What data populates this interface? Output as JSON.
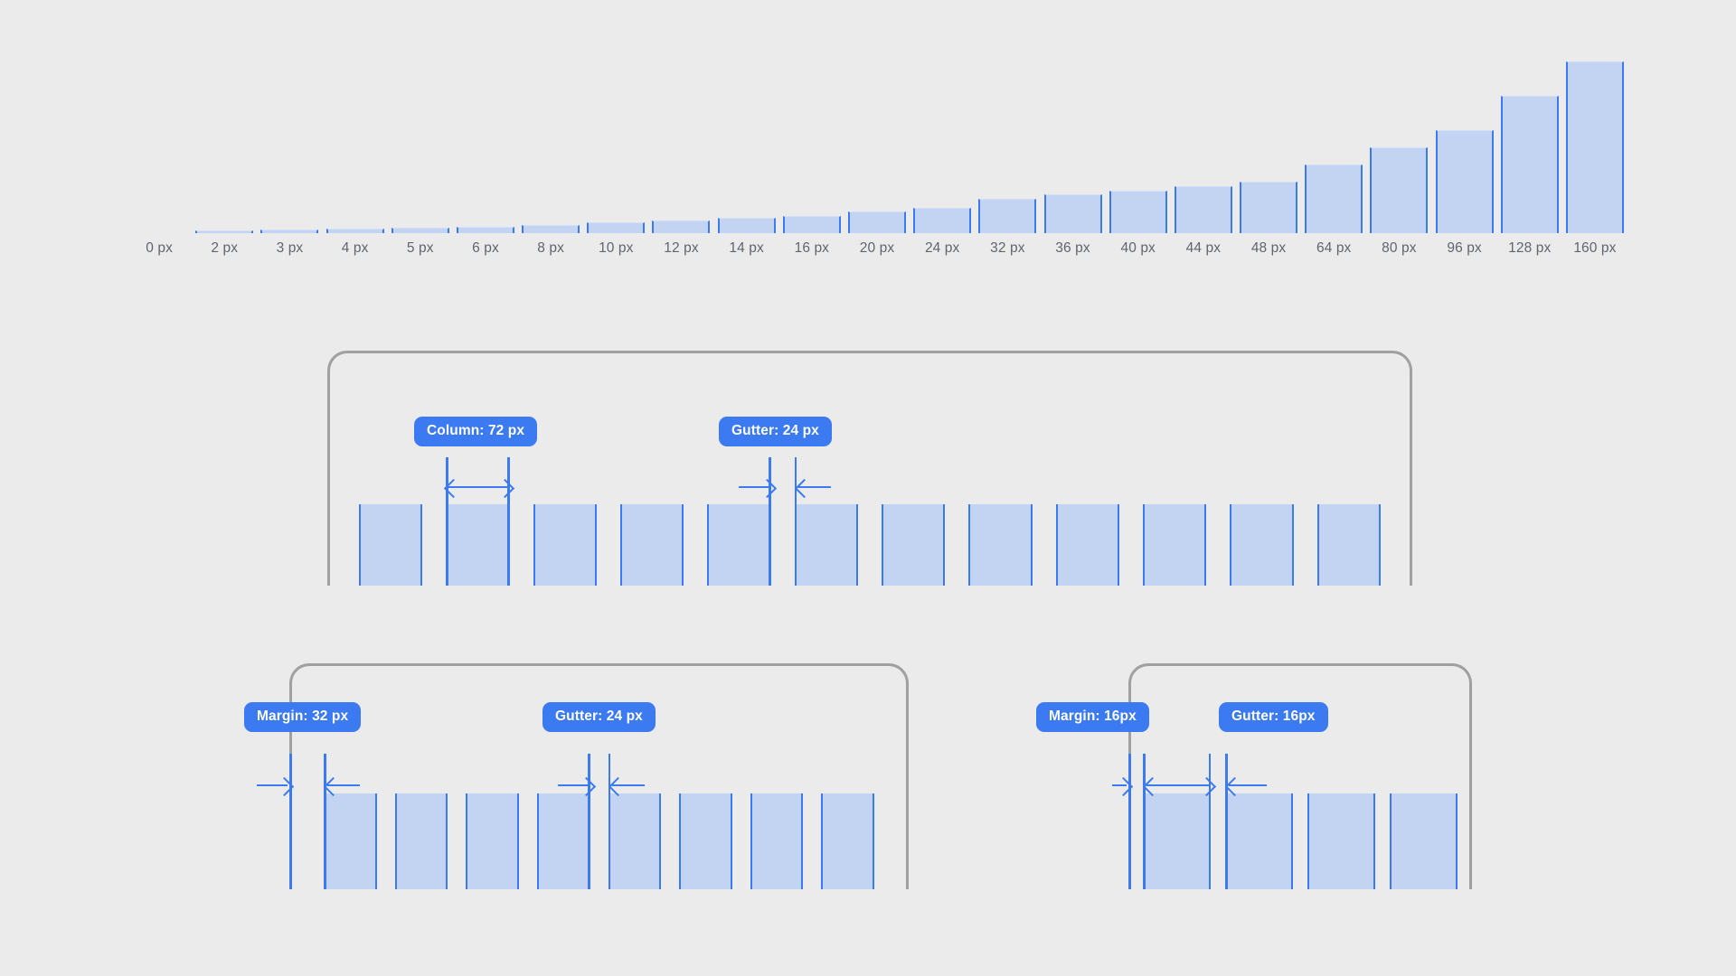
{
  "background_color": "#ebebeb",
  "accent_color": "#3b7af0",
  "fill_color": "#c3d4f3",
  "frame_border_color": "#a0a0a0",
  "label_color": "#60646c",
  "chart_data": {
    "type": "bar",
    "title": "",
    "xlabel": "",
    "ylabel": "",
    "categories": [
      "0 px",
      "2 px",
      "3 px",
      "4 px",
      "5 px",
      "6 px",
      "8 px",
      "10 px",
      "12 px",
      "14 px",
      "16 px",
      "20 px",
      "24 px",
      "32 px",
      "36 px",
      "40 px",
      "44 px",
      "48 px",
      "64 px",
      "80 px",
      "96 px",
      "128 px",
      "160 px"
    ],
    "values": [
      0,
      2,
      3,
      4,
      5,
      6,
      8,
      10,
      12,
      14,
      16,
      20,
      24,
      32,
      36,
      40,
      44,
      48,
      64,
      80,
      96,
      128,
      160
    ],
    "ylim": [
      0,
      160
    ],
    "grid": false,
    "legend": null
  },
  "spacing_scale": {
    "name": "spacing-scale",
    "steps": [
      {
        "label": "0 px",
        "value": 0
      },
      {
        "label": "2 px",
        "value": 2
      },
      {
        "label": "3 px",
        "value": 3
      },
      {
        "label": "4 px",
        "value": 4
      },
      {
        "label": "5 px",
        "value": 5
      },
      {
        "label": "6 px",
        "value": 6
      },
      {
        "label": "8 px",
        "value": 8
      },
      {
        "label": "10 px",
        "value": 10
      },
      {
        "label": "12 px",
        "value": 12
      },
      {
        "label": "14 px",
        "value": 14
      },
      {
        "label": "16 px",
        "value": 16
      },
      {
        "label": "20 px",
        "value": 20
      },
      {
        "label": "24 px",
        "value": 24
      },
      {
        "label": "32 px",
        "value": 32
      },
      {
        "label": "36 px",
        "value": 36
      },
      {
        "label": "40 px",
        "value": 40
      },
      {
        "label": "44 px",
        "value": 44
      },
      {
        "label": "48 px",
        "value": 48
      },
      {
        "label": "64 px",
        "value": 64
      },
      {
        "label": "80 px",
        "value": 80
      },
      {
        "label": "96 px",
        "value": 96
      },
      {
        "label": "128 px",
        "value": 128
      },
      {
        "label": "160 px",
        "value": 160
      }
    ]
  },
  "grid_desktop": {
    "name": "desktop-grid",
    "columns": 12,
    "badges": [
      {
        "name": "column-badge",
        "label": "Column: 72 px"
      },
      {
        "name": "gutter-badge",
        "label": "Gutter: 24 px"
      }
    ]
  },
  "grid_tablet": {
    "name": "tablet-grid",
    "columns": 8,
    "badges": [
      {
        "name": "margin-badge",
        "label": "Margin: 32 px"
      },
      {
        "name": "gutter-badge",
        "label": "Gutter: 24 px"
      }
    ]
  },
  "grid_mobile": {
    "name": "mobile-grid",
    "columns": 4,
    "badges": [
      {
        "name": "margin-badge",
        "label": "Margin: 16px"
      },
      {
        "name": "gutter-badge",
        "label": "Gutter: 16px"
      }
    ]
  }
}
